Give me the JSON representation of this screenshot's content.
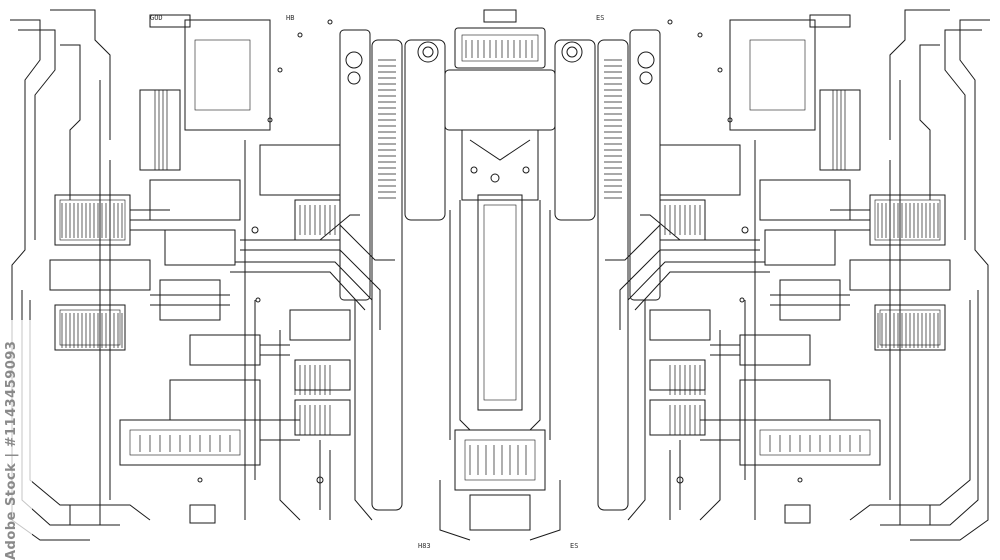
{
  "watermark": {
    "text": "Adobe Stock | #1143459093"
  },
  "labels": {
    "top_left": "GOD",
    "top_center_left": "HB",
    "top_center": "ES",
    "bottom_left": "H83",
    "bottom_right": "ES"
  },
  "colors": {
    "ink": "#1a1a1a",
    "paper": "#ffffff",
    "watermark": "#8a8a8a"
  }
}
